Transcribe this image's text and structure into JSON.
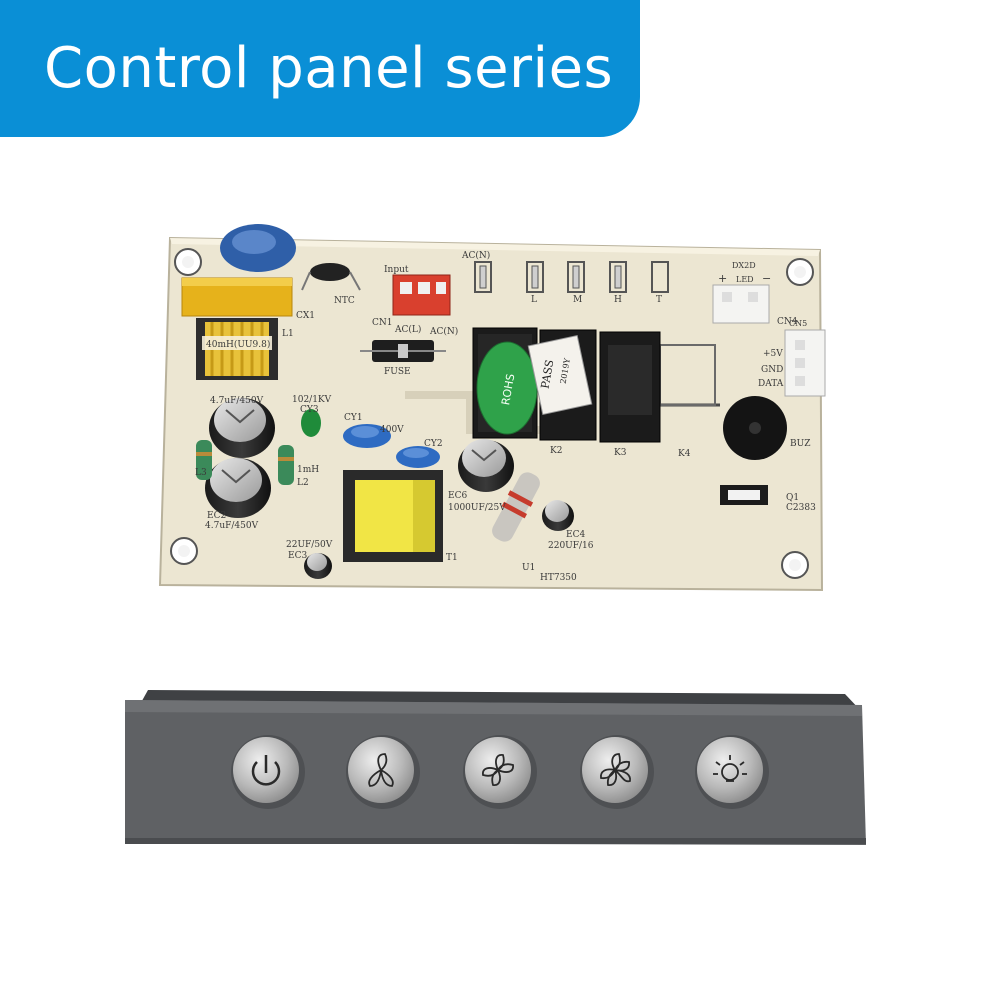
{
  "banner": {
    "title": "Control panel series",
    "color": "#0a8fd6"
  },
  "pcb": {
    "labels": {
      "cx1": "CX1",
      "l1": "L1",
      "inductor": "40mH(UU9.8)",
      "ntc": "NTC",
      "cn1": "CN1",
      "acl": "AC(L)",
      "acn": "AC(N)",
      "acn_top": "AC(N)",
      "input": "Input",
      "l": "L",
      "m": "M",
      "h": "H",
      "t": "T",
      "fuse": "FUSE",
      "ec1": "4.7uF/450V",
      "l2_rating": "102/1KV",
      "cy1": "CY1",
      "cy2": "CY2",
      "cy2b": "CY3",
      "y400v": "400V",
      "ec2": "EC2",
      "ec2_rating": "4.7uF/450V",
      "l2": "L2",
      "l3": "L3",
      "imh": "1mH",
      "ec3_rating": "22UF/50V",
      "ec3": "EC3",
      "t1": "T1",
      "ec6": "EC6",
      "ec6_rating": "1000UF/25V",
      "ec4": "EC4",
      "ec4_rating": "220UF/16",
      "u1": "U1",
      "ht": "HT7350",
      "k2": "K2",
      "k3": "K3",
      "k4": "K4",
      "rohs": "ROHS",
      "pass": "PASS",
      "pass_date": "2019Y",
      "cn4": "CN4",
      "led": "LED",
      "dx2": "DX2D",
      "plus": "+",
      "minus": "−",
      "cn5": "CN5",
      "p5v": "+5V",
      "gnd": "GND",
      "data": "DATA",
      "buz": "BUZ",
      "q1": "Q1",
      "c2383": "C2383"
    }
  },
  "keypad": {
    "buttons": [
      {
        "icon": "power-icon"
      },
      {
        "icon": "fan-low-icon"
      },
      {
        "icon": "fan-medium-icon"
      },
      {
        "icon": "fan-high-icon"
      },
      {
        "icon": "light-icon"
      }
    ]
  }
}
